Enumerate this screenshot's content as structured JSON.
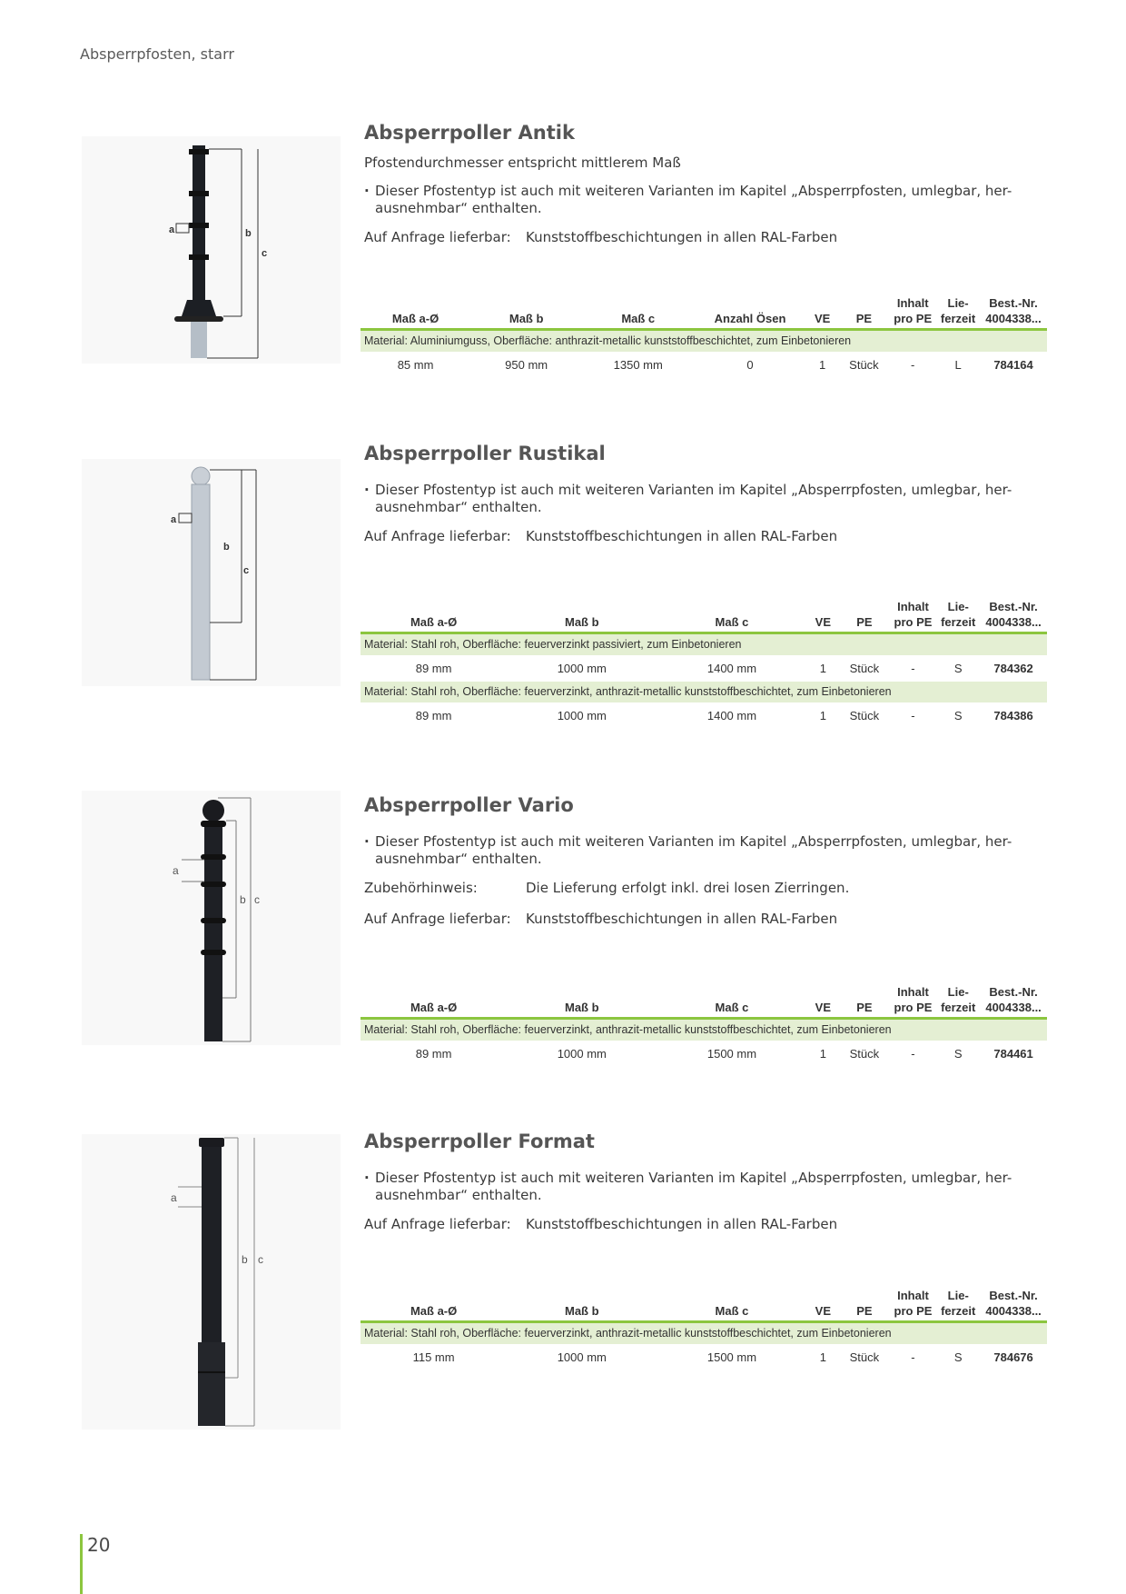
{
  "running_head": "Absperrpfosten, starr",
  "page_number": "20",
  "colors": {
    "accent_green": "#8cc63f",
    "material_row_bg": "#e4efd3",
    "title_gray": "#555555"
  },
  "products": [
    {
      "title": "Absperrpoller Antik",
      "subtitle": "Pfostendurchmesser entspricht mittlerem Maß",
      "bullet": "Dieser Pfostentyp ist auch mit weiteren Varianten im Kapitel „Absperrpfosten, umlegbar, her-ausnehmbar“ enthalten.",
      "notes": [
        {
          "key": "Auf Anfrage lieferbar:",
          "value": "Kunststoffbeschichtungen in allen RAL-Farben"
        }
      ],
      "figure_labels": {
        "a": "a",
        "b": "b",
        "c": "c"
      },
      "columns": [
        "Maß a-Ø",
        "Maß b",
        "Maß c",
        "Anzahl Ösen",
        "VE",
        "PE",
        "Inhalt pro PE",
        "Lie-ferzeit",
        "Best.-Nr. 4004338..."
      ],
      "groups": [
        {
          "material": "Material: Aluminiumguss, Oberfläche: anthrazit-metallic kunststoffbeschichtet, zum Einbetonieren",
          "rows": [
            [
              "85 mm",
              "950 mm",
              "1350 mm",
              "0",
              "1",
              "Stück",
              "-",
              "L",
              "784164"
            ]
          ]
        }
      ]
    },
    {
      "title": "Absperrpoller Rustikal",
      "bullet": "Dieser Pfostentyp ist auch mit weiteren Varianten im Kapitel „Absperrpfosten, umlegbar, her-ausnehmbar“ enthalten.",
      "notes": [
        {
          "key": "Auf Anfrage lieferbar:",
          "value": "Kunststoffbeschichtungen in allen RAL-Farben"
        }
      ],
      "figure_labels": {
        "a": "a",
        "b": "b",
        "c": "c"
      },
      "columns": [
        "Maß a-Ø",
        "Maß b",
        "Maß c",
        "VE",
        "PE",
        "Inhalt pro PE",
        "Lie-ferzeit",
        "Best.-Nr. 4004338..."
      ],
      "groups": [
        {
          "material": "Material: Stahl roh, Oberfläche: feuerverzinkt passiviert, zum Einbetonieren",
          "rows": [
            [
              "89 mm",
              "1000 mm",
              "1400 mm",
              "1",
              "Stück",
              "-",
              "S",
              "784362"
            ]
          ]
        },
        {
          "material": "Material: Stahl roh, Oberfläche: feuerverzinkt, anthrazit-metallic kunststoffbeschichtet, zum Einbetonieren",
          "rows": [
            [
              "89 mm",
              "1000 mm",
              "1400 mm",
              "1",
              "Stück",
              "-",
              "S",
              "784386"
            ]
          ]
        }
      ]
    },
    {
      "title": "Absperrpoller Vario",
      "bullet": "Dieser Pfostentyp ist auch mit weiteren Varianten im Kapitel „Absperrpfosten, umlegbar, her-ausnehmbar“ enthalten.",
      "notes": [
        {
          "key": "Zubehörhinweis:",
          "value": "Die Lieferung erfolgt inkl. drei losen Zierringen."
        },
        {
          "key": "Auf Anfrage lieferbar:",
          "value": "Kunststoffbeschichtungen in allen RAL-Farben"
        }
      ],
      "figure_labels": {
        "a": "a",
        "b": "b",
        "c": "c"
      },
      "columns": [
        "Maß a-Ø",
        "Maß b",
        "Maß c",
        "VE",
        "PE",
        "Inhalt pro PE",
        "Lie-ferzeit",
        "Best.-Nr. 4004338..."
      ],
      "groups": [
        {
          "material": "Material: Stahl roh, Oberfläche: feuerverzinkt, anthrazit-metallic kunststoffbeschichtet, zum Einbetonieren",
          "rows": [
            [
              "89 mm",
              "1000 mm",
              "1500 mm",
              "1",
              "Stück",
              "-",
              "S",
              "784461"
            ]
          ]
        }
      ]
    },
    {
      "title": "Absperrpoller Format",
      "bullet": "Dieser Pfostentyp ist auch mit weiteren Varianten im Kapitel „Absperrpfosten, umlegbar, her-ausnehmbar“ enthalten.",
      "notes": [
        {
          "key": "Auf Anfrage lieferbar:",
          "value": "Kunststoffbeschichtungen in allen RAL-Farben"
        }
      ],
      "figure_labels": {
        "a": "a",
        "b": "b",
        "c": "c"
      },
      "columns": [
        "Maß a-Ø",
        "Maß b",
        "Maß c",
        "VE",
        "PE",
        "Inhalt pro PE",
        "Lie-ferzeit",
        "Best.-Nr. 4004338..."
      ],
      "groups": [
        {
          "material": "Material: Stahl roh, Oberfläche: feuerverzinkt, anthrazit-metallic kunststoffbeschichtet, zum Einbetonieren",
          "rows": [
            [
              "115 mm",
              "1000 mm",
              "1500 mm",
              "1",
              "Stück",
              "-",
              "S",
              "784676"
            ]
          ]
        }
      ]
    }
  ]
}
